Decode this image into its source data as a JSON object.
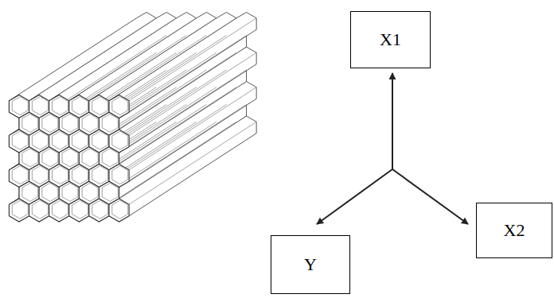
{
  "diagram": {
    "nodes": [
      {
        "text": [
          "X1"
        ]
      },
      {
        "text": [
          "X2"
        ]
      },
      {
        "text": [
          "Y"
        ]
      }
    ]
  }
}
